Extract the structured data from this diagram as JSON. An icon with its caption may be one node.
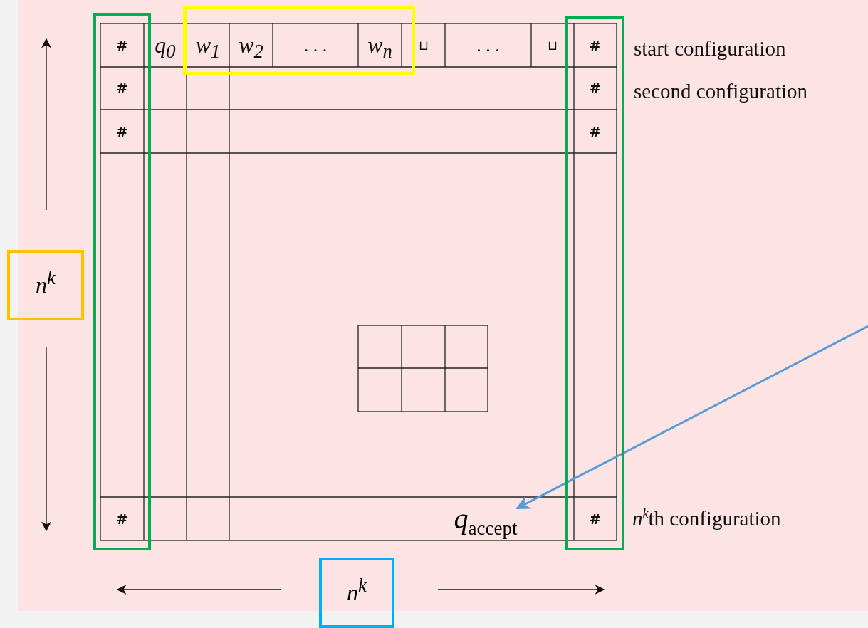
{
  "diagram": {
    "nodes": [
      {
        "text": [
          "n$^{k}$"
        ]
      },
      {
        "text": [
          "n$^{k}$"
        ]
      },
      {
        "text": [
          "*q*$_{accept}$"
        ]
      },
      {
        "text": [],
        "shape": "box"
      },
      {
        "text": [],
        "shape": "box"
      },
      {
        "text": [],
        "shape": "box"
      }
    ],
    "edges": [
      {
        "from": null,
        "to": 2,
        "arrow": "to",
        "color": "#5b9bd5"
      }
    ],
    "labels": [
      "#",
      "q$_{0}$",
      "w$_{1}$",
      "w$_{2}$",
      ". . .",
      "w$_{n}$",
      "⊔",
      ". . .",
      "⊔",
      "#",
      "start configuration",
      "#",
      "#",
      "second configuration",
      "#",
      "#",
      "#",
      "#",
      "*n*$^{k}$th configuration"
    ]
  }
}
